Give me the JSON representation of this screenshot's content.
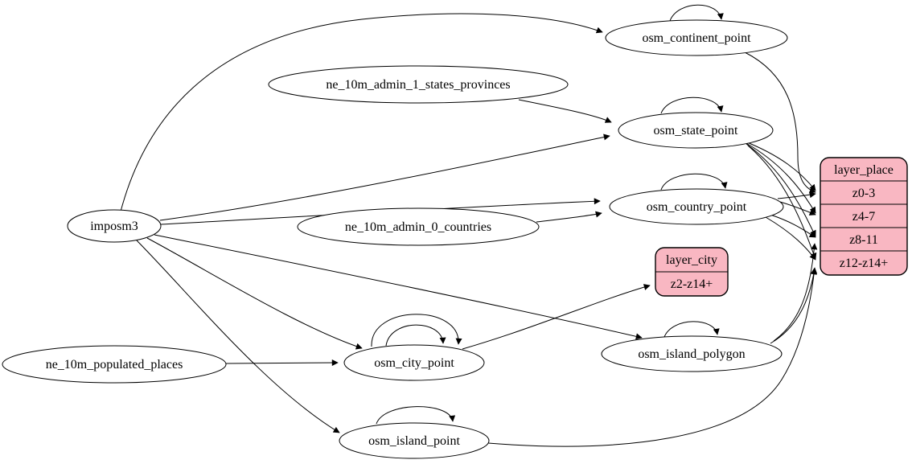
{
  "diagram": {
    "type": "graphviz-digraph",
    "description": "Data flow diagram: imposm3 and Natural Earth tables feeding OSM point tables into map layers by zoom range",
    "colors": {
      "background": "#ffffff",
      "edge": "#000000",
      "node_fill": "#ffffff",
      "record_fill": "#f9b7c2",
      "stroke": "#000000"
    },
    "nodes": {
      "imposm3": {
        "label": "imposm3"
      },
      "ne_10m_admin_1_states_provinces": {
        "label": "ne_10m_admin_1_states_provinces"
      },
      "ne_10m_admin_0_countries": {
        "label": "ne_10m_admin_0_countries"
      },
      "ne_10m_populated_places": {
        "label": "ne_10m_populated_places"
      },
      "osm_continent_point": {
        "label": "osm_continent_point"
      },
      "osm_state_point": {
        "label": "osm_state_point"
      },
      "osm_country_point": {
        "label": "osm_country_point"
      },
      "osm_city_point": {
        "label": "osm_city_point"
      },
      "osm_island_polygon": {
        "label": "osm_island_polygon"
      },
      "osm_island_point": {
        "label": "osm_island_point"
      },
      "layer_city": {
        "title": "layer_city",
        "rows": [
          "z2-z14+"
        ]
      },
      "layer_place": {
        "title": "layer_place",
        "rows": [
          "z0-3",
          "z4-7",
          "z8-11",
          "z12-z14+"
        ]
      }
    },
    "edges": [
      {
        "from": "imposm3",
        "to": "osm_continent_point"
      },
      {
        "from": "imposm3",
        "to": "osm_state_point"
      },
      {
        "from": "imposm3",
        "to": "osm_country_point"
      },
      {
        "from": "imposm3",
        "to": "osm_city_point"
      },
      {
        "from": "imposm3",
        "to": "osm_island_polygon"
      },
      {
        "from": "imposm3",
        "to": "osm_island_point"
      },
      {
        "from": "ne_10m_admin_1_states_provinces",
        "to": "osm_state_point"
      },
      {
        "from": "ne_10m_admin_0_countries",
        "to": "osm_country_point"
      },
      {
        "from": "ne_10m_populated_places",
        "to": "osm_city_point"
      },
      {
        "from": "osm_continent_point",
        "to": "osm_continent_point",
        "self_loop": true
      },
      {
        "from": "osm_state_point",
        "to": "osm_state_point",
        "self_loop": true
      },
      {
        "from": "osm_country_point",
        "to": "osm_country_point",
        "self_loop": true
      },
      {
        "from": "osm_city_point",
        "to": "osm_city_point",
        "self_loop": true
      },
      {
        "from": "osm_city_point",
        "to": "osm_city_point",
        "self_loop": true
      },
      {
        "from": "osm_island_polygon",
        "to": "osm_island_polygon",
        "self_loop": true
      },
      {
        "from": "osm_island_point",
        "to": "osm_island_point",
        "self_loop": true
      },
      {
        "from": "osm_city_point",
        "to": "layer_city:z2-z14+"
      },
      {
        "from": "osm_continent_point",
        "to": "layer_place:z0-3"
      },
      {
        "from": "osm_state_point",
        "to": "layer_place:z0-3"
      },
      {
        "from": "osm_state_point",
        "to": "layer_place:z4-7"
      },
      {
        "from": "osm_state_point",
        "to": "layer_place:z8-11"
      },
      {
        "from": "osm_state_point",
        "to": "layer_place:z12-z14+"
      },
      {
        "from": "osm_country_point",
        "to": "layer_place:z0-3"
      },
      {
        "from": "osm_country_point",
        "to": "layer_place:z4-7"
      },
      {
        "from": "osm_country_point",
        "to": "layer_place:z8-11"
      },
      {
        "from": "osm_country_point",
        "to": "layer_place:z12-z14+"
      },
      {
        "from": "osm_island_polygon",
        "to": "layer_place:z8-11"
      },
      {
        "from": "osm_island_polygon",
        "to": "layer_place:z12-z14+"
      },
      {
        "from": "osm_island_point",
        "to": "layer_place:z12-z14+"
      }
    ]
  }
}
